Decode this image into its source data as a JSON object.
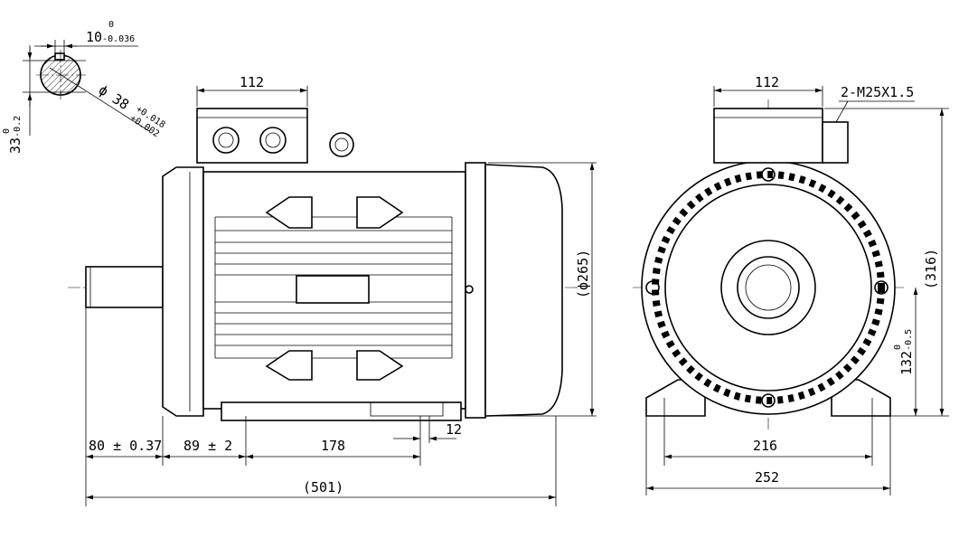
{
  "drawing": {
    "shaft_detail": {
      "key_width": "10",
      "key_width_tol_upper": "0",
      "key_width_tol_lower": "-0.036",
      "shaft_height": "33",
      "shaft_height_tol_upper": "0",
      "shaft_height_tol_lower": "-0.2",
      "shaft_diameter": "ϕ 38",
      "shaft_diameter_tol_upper": "+0.018",
      "shaft_diameter_tol_lower": "+0.002"
    },
    "side_view": {
      "terminal_box_width": "112",
      "fan_cover_diameter": "(ϕ265)",
      "shaft_length": "80 ± 0.37",
      "shaft_to_foot_hole": "89 ± 2",
      "foot_hole_spacing": "178",
      "foot_hole_size": "12",
      "overall_length": "(501)"
    },
    "front_view": {
      "terminal_box_width": "112",
      "cable_gland": "2-M25X1.5",
      "overall_height": "(316)",
      "center_height": "132",
      "center_height_tol_upper": "0",
      "center_height_tol_lower": "-0.5",
      "foot_hole_spacing": "216",
      "foot_width": "252"
    }
  }
}
